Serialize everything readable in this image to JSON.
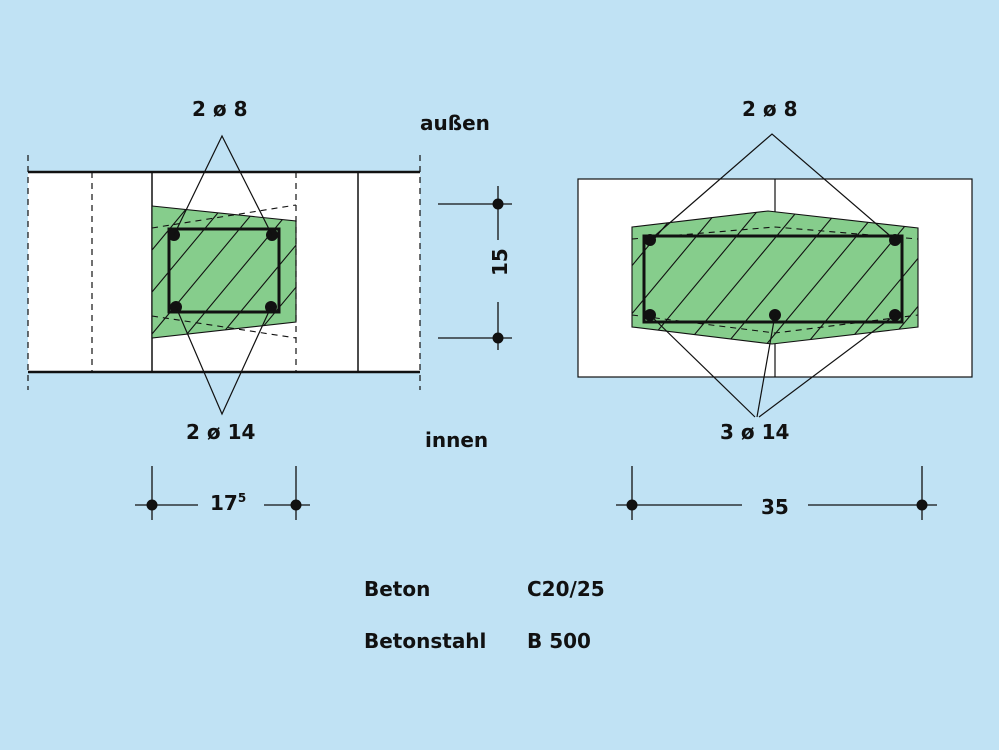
{
  "colors": {
    "background": "#c0e2f4",
    "section_fill": "#ffffff",
    "compression_zone": "#86cd8c",
    "line": "#111111"
  },
  "labels": {
    "left_top_rebar": "2 ø 8",
    "left_bottom_rebar": "2 ø 14",
    "outside": "außen",
    "inside": "innen",
    "height_dim": "15",
    "left_width_main": "17",
    "left_width_sup": "5",
    "right_top_rebar": "2 ø 8",
    "right_bottom_rebar": "3 ø 14",
    "right_width_dim": "35"
  },
  "materials": [
    {
      "name": "Beton",
      "value": "C20/25"
    },
    {
      "name": "Betonstahl",
      "value": "B 500"
    }
  ]
}
